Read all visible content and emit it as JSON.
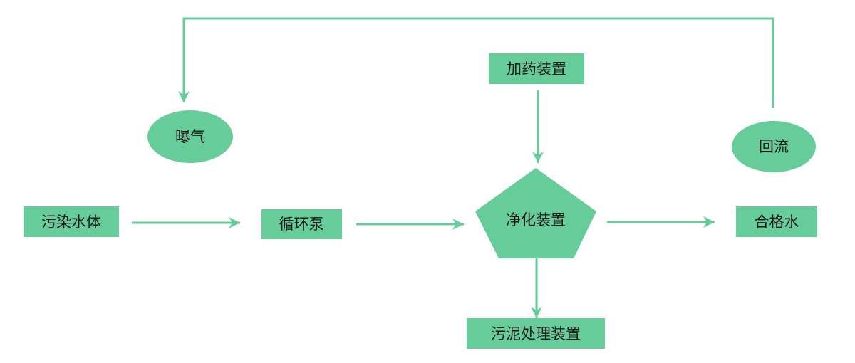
{
  "colors": {
    "node_fill": "#66cc99",
    "arrow": "#66cc99",
    "text": "#1a1a1a",
    "background": "#ffffff"
  },
  "nodes": {
    "polluted_water": "污染水体",
    "circulation_pump": "循环泵",
    "purification_device": "净化装置",
    "qualified_water": "合格水",
    "dosing_device": "加药装置",
    "sludge_device": "污泥处理装置",
    "aeration": "曝气",
    "reflux": "回流"
  }
}
